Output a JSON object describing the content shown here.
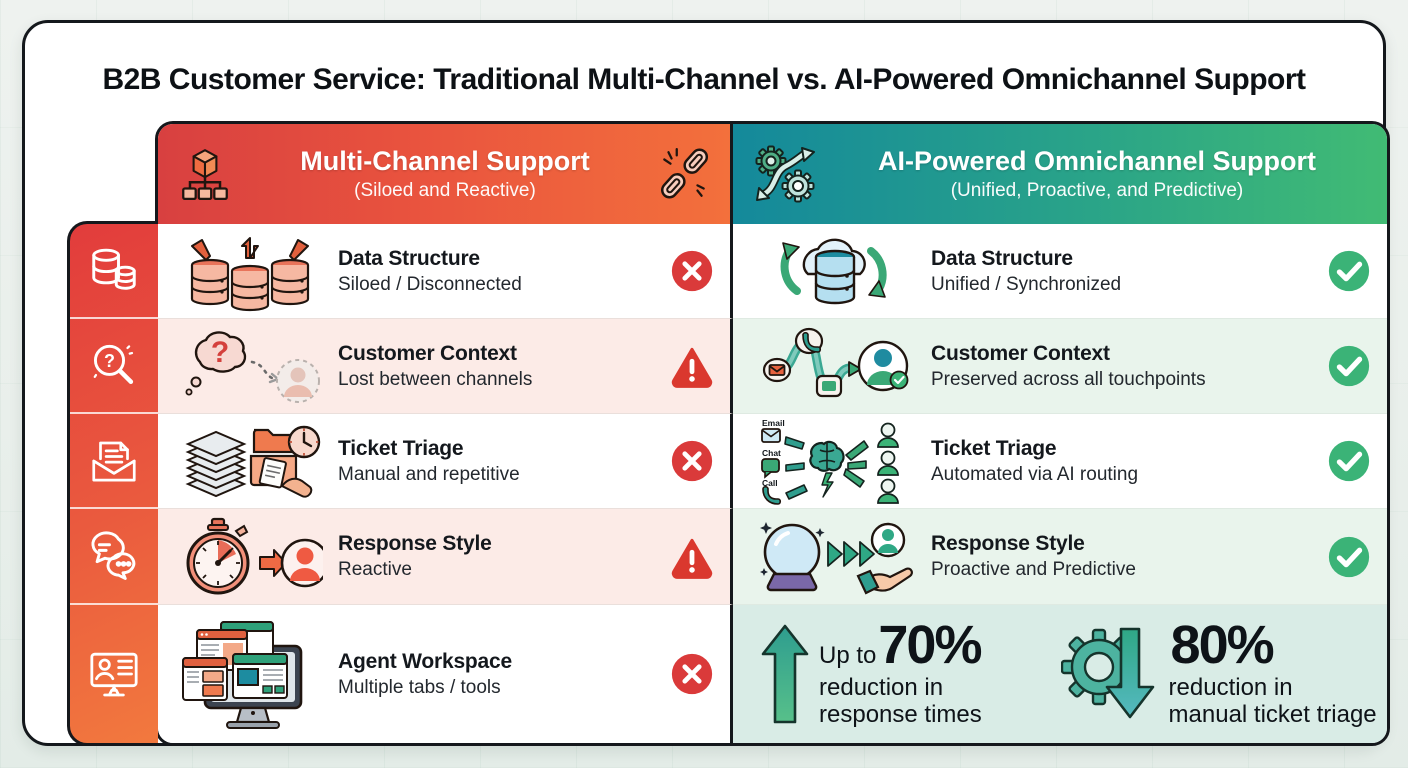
{
  "title": "B2B Customer Service: Traditional Multi-Channel vs. AI-Powered Omnichannel Support",
  "header": {
    "left": {
      "title": "Multi-Channel Support",
      "subtitle": "(Siloed and Reactive)"
    },
    "right": {
      "title": "AI-Powered Omnichannel Support",
      "subtitle": "(Unified, Proactive, and Predictive)"
    }
  },
  "rows": [
    {
      "category": "Data Structure",
      "left": {
        "title": "Data Structure",
        "desc": "Siloed / Disconnected",
        "status": "fail"
      },
      "right": {
        "title": "Data Structure",
        "desc": "Unified / Synchronized",
        "status": "pass"
      }
    },
    {
      "category": "Customer Context",
      "left": {
        "title": "Customer Context",
        "desc": "Lost between channels",
        "status": "warning"
      },
      "right": {
        "title": "Customer Context",
        "desc": "Preserved across all touchpoints",
        "status": "pass"
      }
    },
    {
      "category": "Ticket Triage",
      "left": {
        "title": "Ticket Triage",
        "desc": "Manual and repetitive",
        "status": "fail"
      },
      "right": {
        "title": "Ticket Triage",
        "desc": "Automated via AI routing",
        "status": "pass"
      }
    },
    {
      "category": "Response Style",
      "left": {
        "title": "Response Style",
        "desc": "Reactive",
        "status": "warning"
      },
      "right": {
        "title": "Response Style",
        "desc": "Proactive and Predictive",
        "status": "pass"
      }
    },
    {
      "category": "Agent Workspace",
      "left": {
        "title": "Agent Workspace",
        "desc": "Multiple tabs / tools",
        "status": "fail"
      }
    }
  ],
  "channel_labels": [
    "Email",
    "Chat",
    "Call"
  ],
  "stats": [
    {
      "prefix": "Up to",
      "value": "70%",
      "desc": "reduction in response times"
    },
    {
      "prefix": "",
      "value": "80%",
      "desc": "reduction in manual ticket triage"
    }
  ],
  "colors": {
    "left_header_gradient": [
      "#d84040",
      "#f3703c"
    ],
    "right_header_gradient": [
      "#14899b",
      "#41bb74"
    ],
    "fail_badge": "#da3a3a",
    "warning_badge": "#da382e",
    "pass_badge": "#3bb377",
    "left_row_tint": "#fcebe7",
    "right_row_tint": "#e9f4ec",
    "stats_panel": "#d9ece6"
  }
}
